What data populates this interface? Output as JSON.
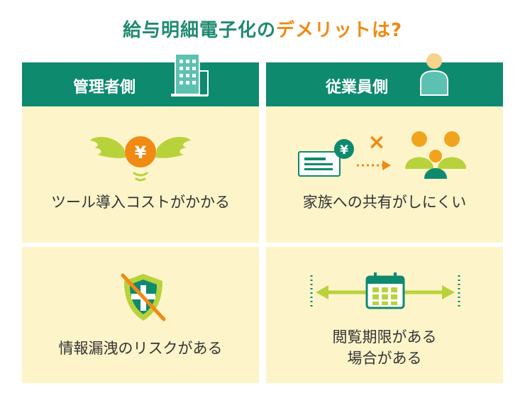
{
  "title": {
    "part1": "給与明細電子化の",
    "part2": "デメリットは?"
  },
  "columns": [
    {
      "header": "管理者側",
      "header_icon": "building-icon",
      "items": [
        {
          "caption": "ツール導入コストがかかる",
          "icon": "flying-yen-coin-icon",
          "coin_symbol": "¥"
        },
        {
          "caption": "情報漏洩のリスクがある",
          "icon": "crossed-shield-icon"
        }
      ]
    },
    {
      "header": "従業員側",
      "header_icon": "person-icon",
      "items": [
        {
          "caption": "家族への共有がしにくい",
          "icon": "payslip-share-family-icon",
          "coin_symbol": "¥",
          "cross_symbol": "×"
        },
        {
          "caption_line1": "閲覧期限がある",
          "caption_line2": "場合がある",
          "icon": "calendar-range-icon"
        }
      ]
    }
  ],
  "colors": {
    "header_green": "#0e8a6e",
    "cell_bg": "#fdf4c9",
    "accent_orange": "#f08a12",
    "lime": "#b8d23c"
  }
}
